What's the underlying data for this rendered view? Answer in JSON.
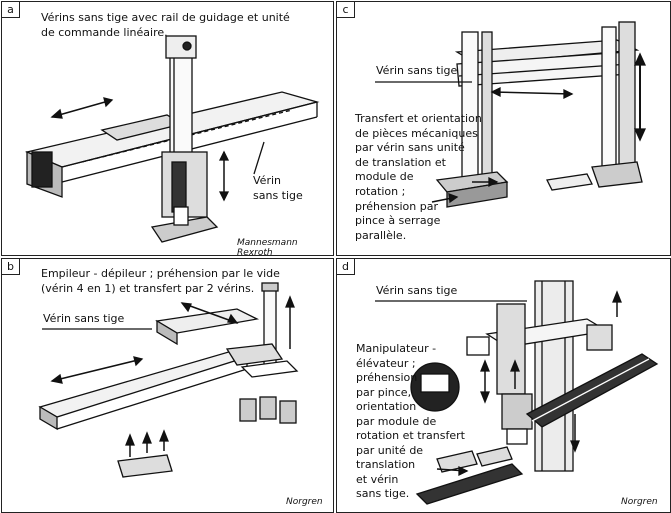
{
  "panels": {
    "a": {
      "letter": "a",
      "caption_line1": "Vérins sans tige avec rail de guidage et unité",
      "caption_line2": "de commande linéaire.",
      "label_line1": "Vérin",
      "label_line2": "sans tige",
      "credit": "Mannesmann Rexroth"
    },
    "b": {
      "letter": "b",
      "caption_line1": "Empileur - dépileur ; préhension par le vide",
      "caption_line2": "(vérin 4 en 1) et transfert par 2 vérins.",
      "label": "Vérin sans tige",
      "credit": "Norgren"
    },
    "c": {
      "letter": "c",
      "label": "Vérin sans tige",
      "caption_lines": [
        "Transfert et orientation",
        "de pièces mécaniques",
        "par vérin sans unité",
        "de translation et",
        "module de",
        "rotation ;",
        "préhension par",
        "pince à serrage",
        "parallèle."
      ]
    },
    "d": {
      "letter": "d",
      "label": "Vérin sans tige",
      "caption_lines": [
        "Manipulateur -",
        "élévateur ;",
        "préhension",
        "par pince,",
        "orientation",
        "par module de",
        "rotation et transfert",
        "par unité de",
        "translation",
        "et vérin",
        "sans tige."
      ],
      "credit": "Norgren"
    }
  }
}
